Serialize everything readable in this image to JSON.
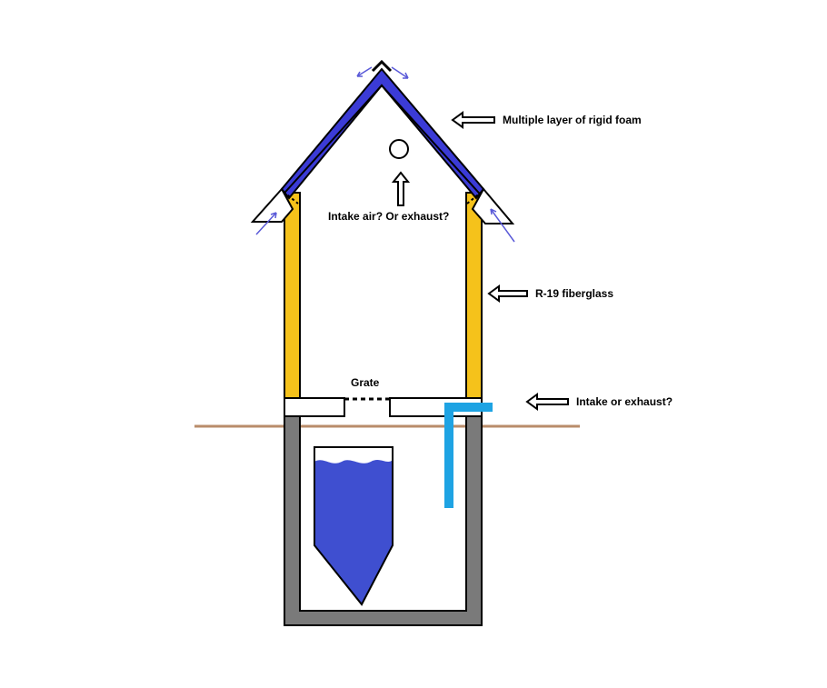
{
  "labels": {
    "roof_insulation": "Multiple layer of rigid foam",
    "roof_vent": "Intake air? Or exhaust?",
    "wall_insulation": "R-19 fiberglass",
    "grate": "Grate",
    "pipe": "Intake or exhaust?"
  },
  "colors": {
    "rigid_foam": "#3b3bd6",
    "fiberglass": "#f5c21b",
    "concrete": "#7a7a7a",
    "water": "#3f4fd0",
    "pipe": "#1ea3e3",
    "ground": "#b98c6a",
    "airflow_arrow": "#5a5ad8",
    "outline": "#000000"
  },
  "icons": {
    "label_pointer": "hollow-left-arrow-icon",
    "vent_pointer": "hollow-up-arrow-icon",
    "airflow": "small-arrow-icon"
  }
}
